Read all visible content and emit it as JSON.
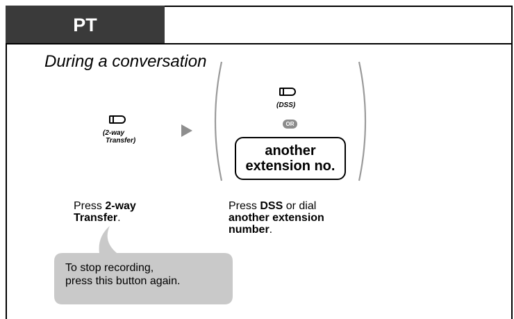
{
  "header": {
    "tab_label": "PT",
    "context": "During a conversation"
  },
  "step1": {
    "icon": "2-way-transfer-button-icon",
    "icon_label_line1": "(2-way",
    "icon_label_line2": "Transfer)",
    "desc_prefix": "Press ",
    "desc_bold": "2-way\nTransfer",
    "desc_suffix": "."
  },
  "step2": {
    "icon": "dss-button-icon",
    "icon_label": "(DSS)",
    "or_label": "OR",
    "box_text": "another\nextension no.",
    "desc_prefix": "Press ",
    "desc_bold1": "DSS",
    "desc_mid": " or dial",
    "desc_bold2": "another extension\nnumber",
    "desc_suffix": "."
  },
  "note": {
    "line1": "To stop recording,",
    "line2": "press this button again."
  },
  "colors": {
    "tab": "#3a3a3a",
    "bubble": "#c9c9c9",
    "arrow": "#8e8e8e",
    "or_badge": "#8c8c8c"
  }
}
